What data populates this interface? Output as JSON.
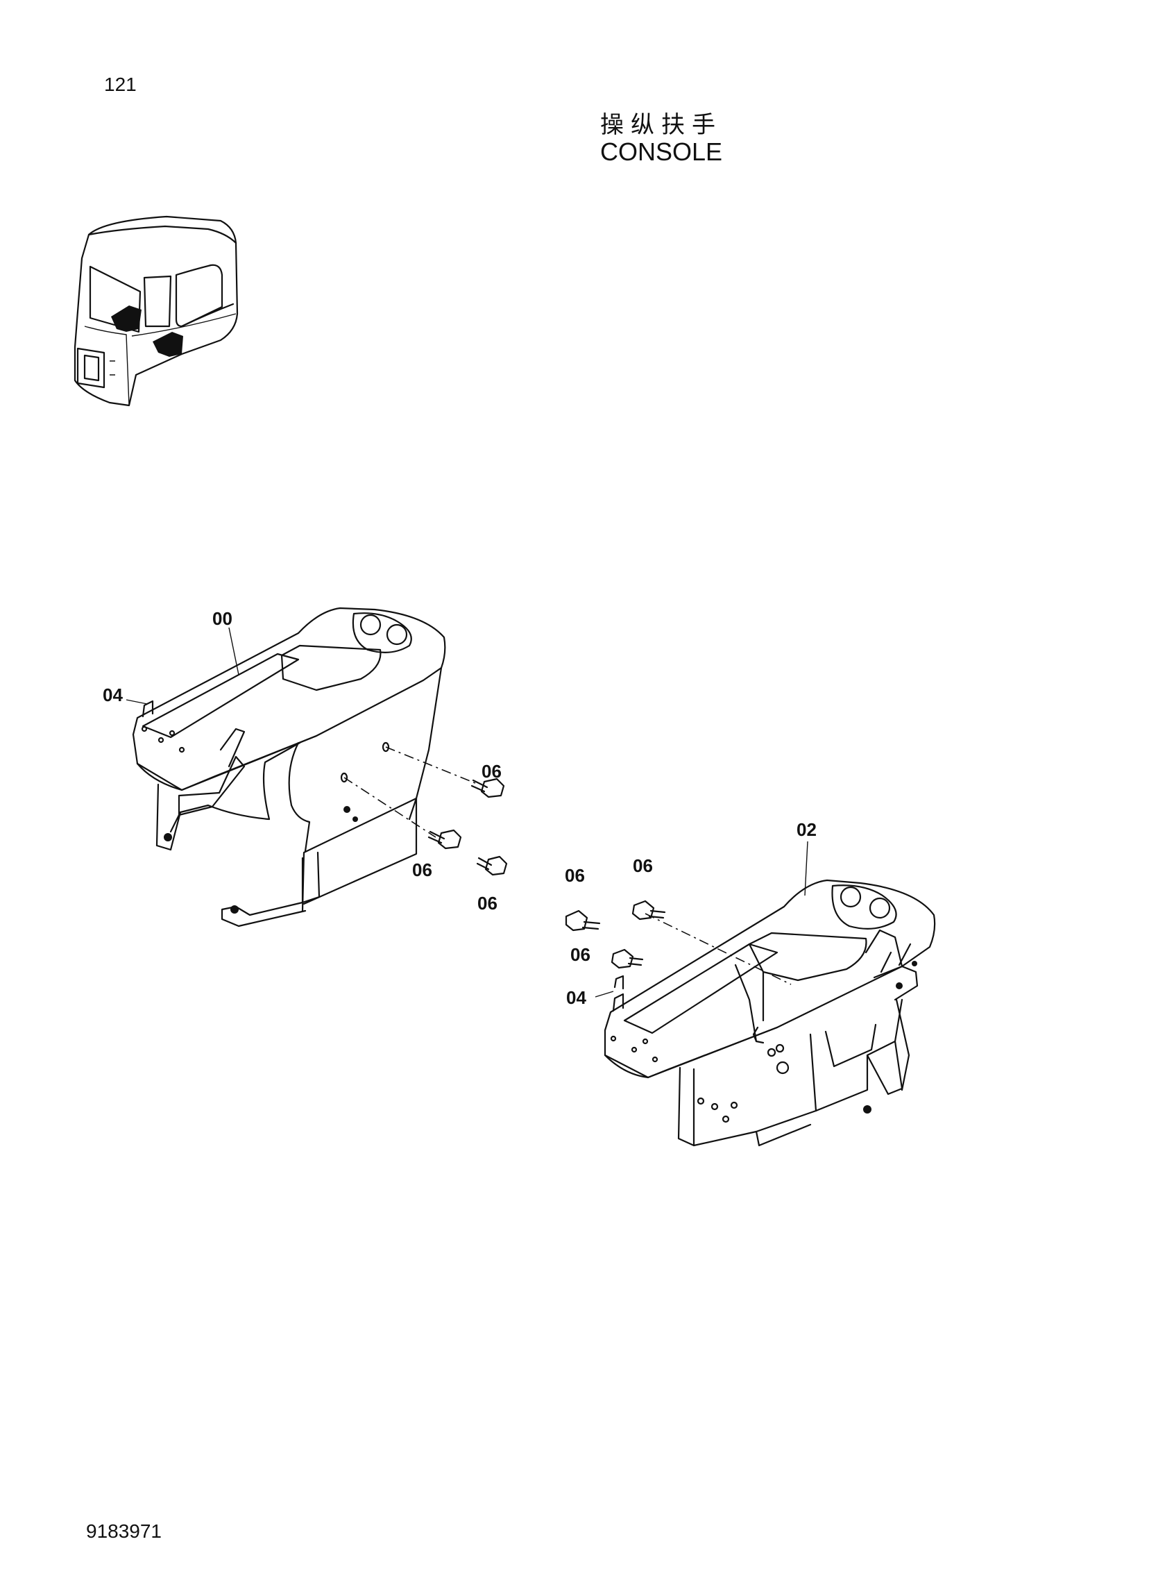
{
  "header": {
    "page_number": "121",
    "title_cn": "操纵扶手",
    "title_en": "CONSOLE"
  },
  "footer": {
    "doc_number": "9183971"
  },
  "callouts": {
    "left_console": "00",
    "left_bracket": "04",
    "left_bolt_top": "06",
    "left_bolt_mid": "06",
    "left_bolt_low": "06",
    "right_console": "02",
    "right_bolt_a": "06",
    "right_bolt_b": "06",
    "right_bolt_c": "06",
    "right_bracket": "04"
  },
  "icons": {
    "cab_locator": "cab-locator-icon"
  }
}
